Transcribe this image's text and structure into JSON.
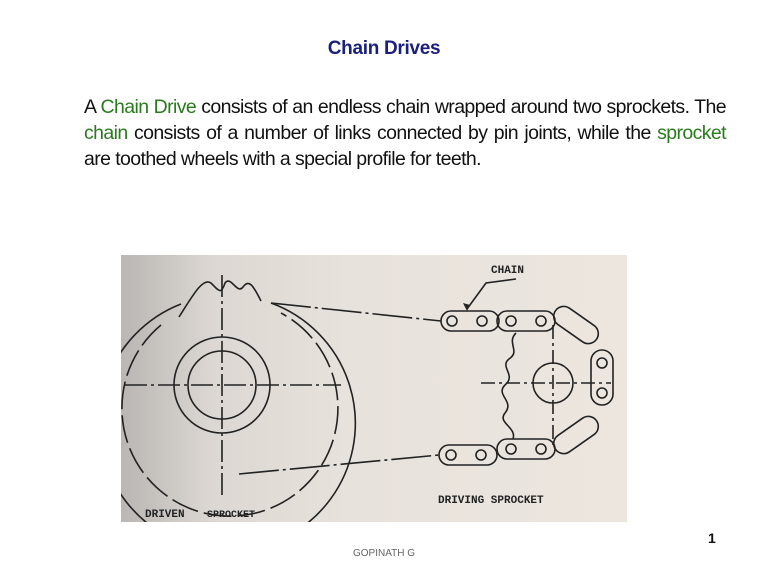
{
  "slide": {
    "title": "Chain Drives",
    "paragraph": {
      "t1": "A ",
      "h1": "Chain Drive",
      "t2": " consists of an endless chain wrapped around two sprockets. The ",
      "h2": "chain",
      "t3": " consists of a number of links connected by pin joints, while the ",
      "h3": "sprocket",
      "t4": " are toothed wheels with a special profile for teeth."
    },
    "figure": {
      "labels": {
        "chain": "CHAIN",
        "driven": "DRIVEN",
        "driven_sprocket": "SPROCKET",
        "driving": "DRIVING SPROCKET"
      }
    },
    "footer": "GOPINATH G",
    "page_number": "1"
  },
  "colors": {
    "title": "#1a1f7a",
    "highlight": "#2a7a1e",
    "text": "#111111"
  }
}
